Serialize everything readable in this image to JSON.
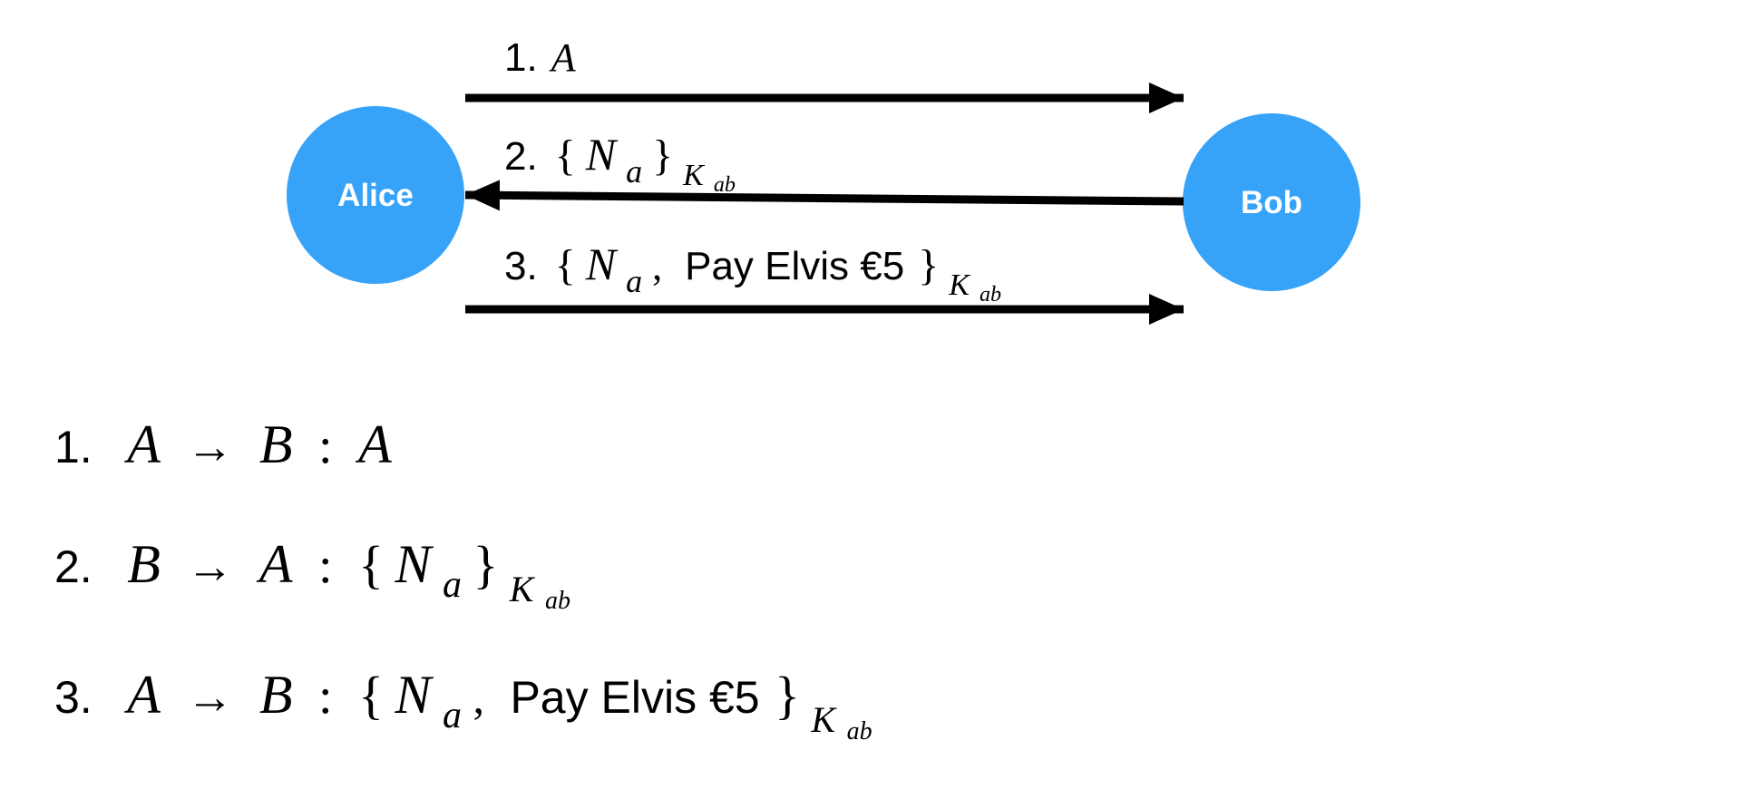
{
  "colors": {
    "node_fill": "#36A2F8",
    "ink": "#000000",
    "node_text": "#FFFFFF",
    "background": "#FFFFFF"
  },
  "nodes": {
    "alice": {
      "label": "Alice"
    },
    "bob": {
      "label": "Bob"
    }
  },
  "symbols": {
    "a": "A",
    "b": "B",
    "arrow": "→",
    "colon": ":",
    "lbrace": "{",
    "rbrace": "}",
    "n": "N",
    "n_sub": "a",
    "k": "K",
    "k_sub": "ab",
    "comma": ","
  },
  "messages": [
    {
      "number": "1.",
      "from": "Alice",
      "to": "Bob"
    },
    {
      "number": "2.",
      "from": "Bob",
      "to": "Alice"
    },
    {
      "number": "3.",
      "from": "Alice",
      "to": "Bob",
      "payload": "Pay Elvis €5"
    }
  ]
}
